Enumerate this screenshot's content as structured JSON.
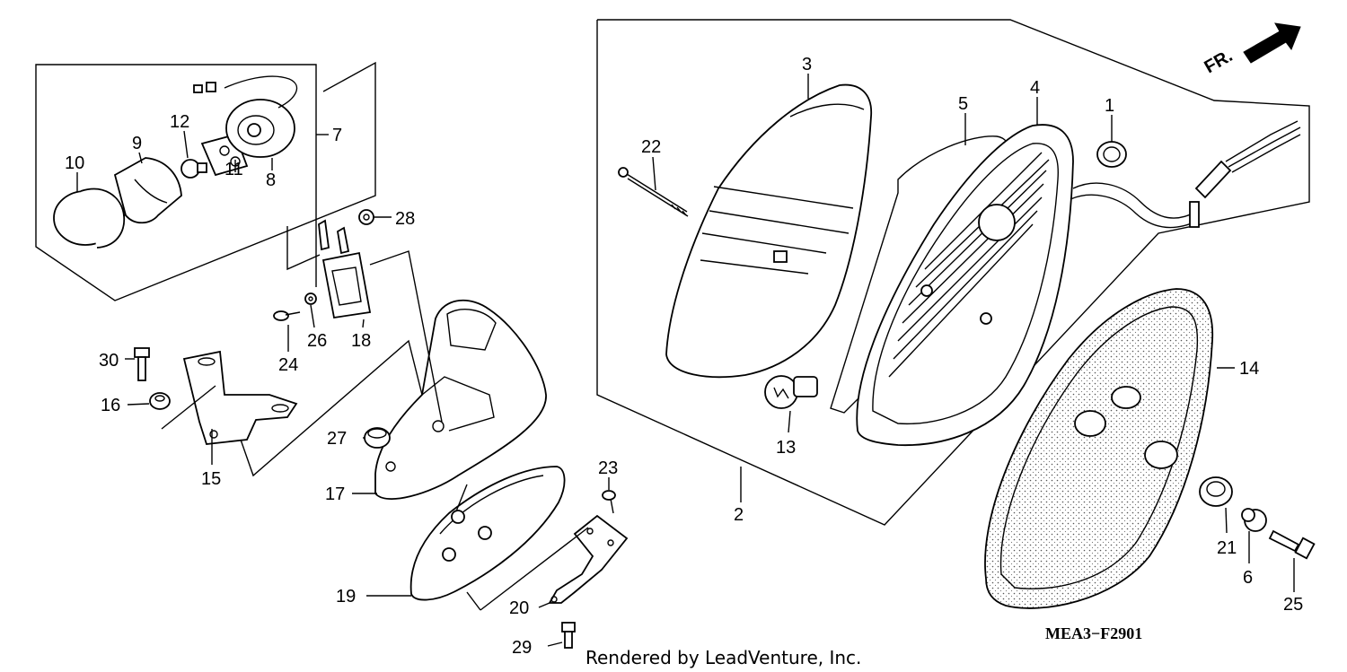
{
  "diagram": {
    "direction_label": "FR.",
    "reference_code": "MEA3−F2901",
    "credit": "Rendered by LeadVenture, Inc.",
    "callouts": {
      "c1": "1",
      "c2": "2",
      "c3": "3",
      "c4": "4",
      "c5": "5",
      "c6": "6",
      "c7": "7",
      "c8": "8",
      "c9": "9",
      "c10": "10",
      "c11": "11",
      "c12": "12",
      "c13": "13",
      "c14": "14",
      "c15": "15",
      "c16": "16",
      "c17": "17",
      "c18": "18",
      "c19": "19",
      "c20": "20",
      "c21": "21",
      "c22": "22",
      "c23": "23",
      "c24": "24",
      "c25": "25",
      "c26": "26",
      "c27": "27",
      "c28": "28",
      "c29": "29",
      "c30": "30"
    }
  }
}
